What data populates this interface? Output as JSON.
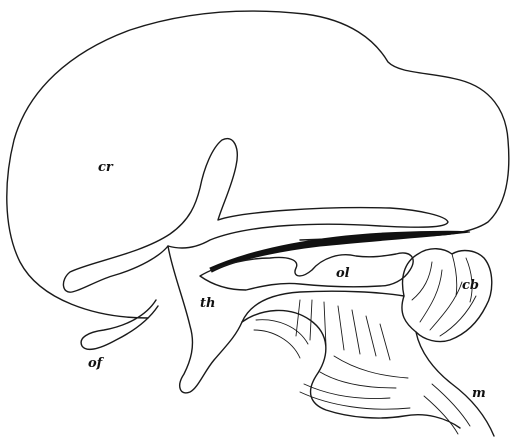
{
  "labels": {
    "cr": "cr",
    "th": "th",
    "ol": "ol",
    "cb": "cb",
    "of": "of",
    "m": "m"
  }
}
